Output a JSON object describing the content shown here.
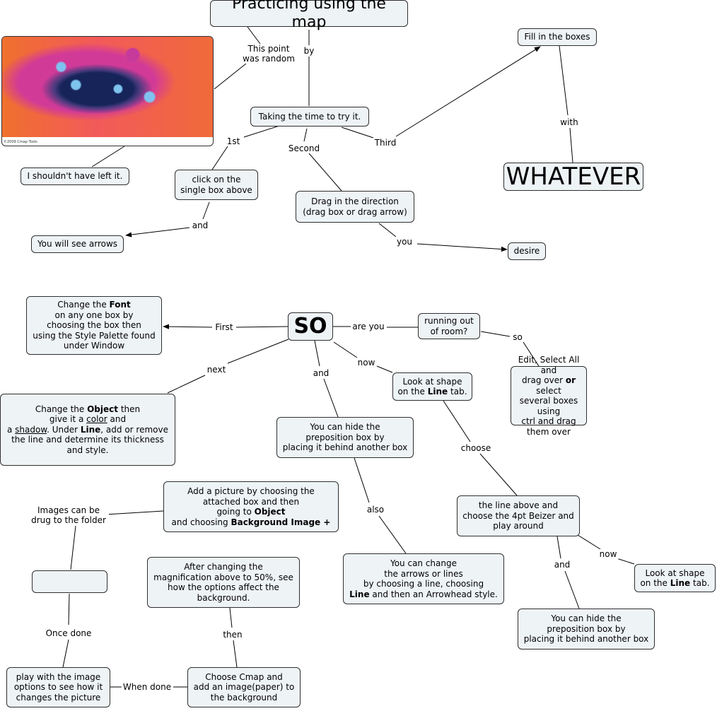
{
  "nodes": {
    "n_title": "Practicing using the map",
    "n_random_caption": "©2009 Cmap Tools",
    "n_left": "I shouldn't have left it.",
    "n_try": "Taking the time to try it.",
    "n_fill": "Fill in the boxes",
    "n_whatever": "WHATEVER",
    "n_click": [
      "click on the",
      "single box above"
    ],
    "n_arrows": "You will see arrows",
    "n_drag": [
      "Drag in the direction",
      "(drag box or drag arrow)"
    ],
    "n_desire": "desire",
    "n_so": "SO",
    "n_font": [
      "Change the |Font|",
      "on any one box by",
      "choosing the box then",
      "using the Style Palette found",
      "under Window"
    ],
    "n_room": [
      "running out",
      "of room?"
    ],
    "n_edit": [
      "Edit, Select All and",
      "drag over |or|  select",
      "several boxes using",
      "ctrl and drag",
      "them over"
    ],
    "n_lookshape1": [
      "Look at shape",
      "on the |Line| tab."
    ],
    "n_object": [
      "Change the |Object| then",
      "give it a _color_ and",
      "a _shadow_. Under |Line|, add or remove",
      "the line and determine its thickness",
      "and style."
    ],
    "n_hide1": [
      "You can hide the",
      "preposition box by",
      "placing it behind another box"
    ],
    "n_picture": [
      "Add a picture by choosing the",
      "attached box and then",
      "going to |Object|",
      "and choosing |Background Image +|"
    ],
    "n_beizer": [
      "the line above and",
      "choose the 4pt Beizer and",
      "play around"
    ],
    "n_empty": "",
    "n_magnif": [
      "After changing the",
      "magnification above to 50%, see",
      "how the options affect the",
      "background."
    ],
    "n_change_arrows": [
      "You can change",
      "the arrows or lines",
      "by choosing a line, choosing",
      "|Line| and then an Arrowhead style."
    ],
    "n_lookshape2": [
      "Look at shape",
      "on the |Line| tab."
    ],
    "n_hide2": [
      "You can hide the",
      "preposition box by",
      "placing it behind another box"
    ],
    "n_play": [
      "play with the image",
      "options to see how it",
      "changes the picture"
    ],
    "n_cmap": [
      "Choose Cmap and",
      "add an image(paper) to",
      "the background"
    ]
  },
  "labels": {
    "l_random": "This point was random",
    "l_by": "by",
    "l_1st": "1st",
    "l_second": "Second",
    "l_third": "Third",
    "l_with": "with",
    "l_and1": "and",
    "l_you": "you",
    "l_first": "First",
    "l_areyou": "are you",
    "l_so": "so",
    "l_next": "next",
    "l_and2": "and",
    "l_now1": "now",
    "l_choose": "choose",
    "l_imagesdrug": "Images can be drug to the folder",
    "l_also": "also",
    "l_now2": "now",
    "l_and3": "and",
    "l_oncedone": "Once done",
    "l_then": "then",
    "l_whendone": "When done"
  },
  "colors": {
    "node_fill": "#eef3f6",
    "line": "#000000"
  }
}
